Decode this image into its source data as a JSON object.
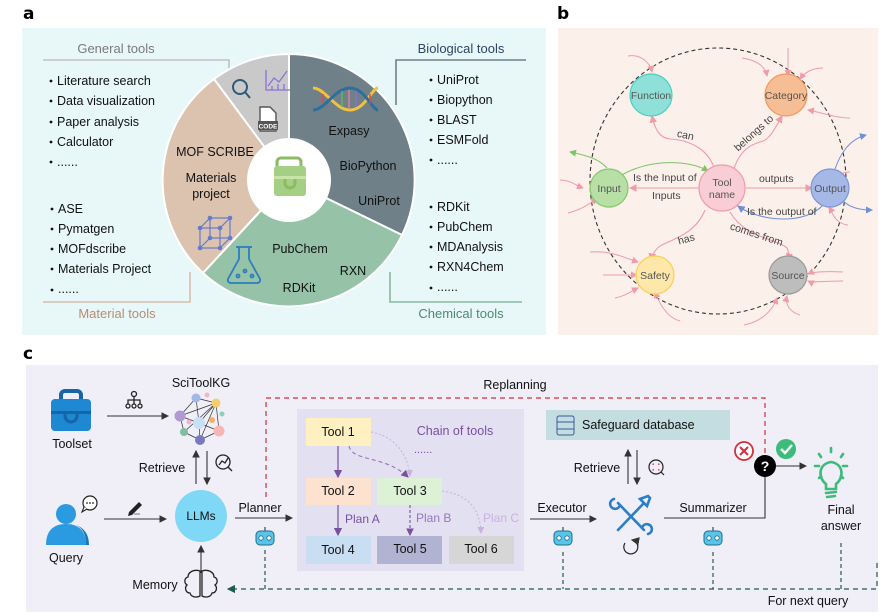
{
  "panel_a": {
    "label": "a",
    "general": {
      "title": "General tools",
      "items": [
        "Literature search",
        "Data visualization",
        "Paper analysis",
        "Calculator",
        "......"
      ]
    },
    "biological": {
      "title": "Biological tools",
      "items": [
        "UniProt",
        "Biopython",
        "BLAST",
        "ESMFold",
        "......"
      ]
    },
    "material": {
      "title": "Material tools",
      "items": [
        "ASE",
        "Pymatgen",
        "MOFdscribe",
        "Materials Project",
        "......"
      ]
    },
    "chemical": {
      "title": "Chemical tools",
      "items": [
        "RDKit",
        "PubChem",
        "MDAnalysis",
        "RXN4Chem",
        "......"
      ]
    },
    "wheel": {
      "bio_labels": [
        "Expasy",
        "BioPython",
        "UniProt"
      ],
      "material_labels": [
        "MOF SCRIBE",
        "Materials",
        "project"
      ],
      "chem_labels": [
        "PubChem",
        "RXN",
        "RDKit"
      ],
      "code_label": "CODE"
    },
    "colors": {
      "bg": "#e8f7f7",
      "general": "#c9c9c9",
      "bio": "#6f8088",
      "material": "#dcc3b0",
      "chem": "#96c3a8",
      "center_icon": "#98c77a"
    }
  },
  "panel_b": {
    "label": "b",
    "nodes": {
      "center": [
        "Tool",
        "name"
      ],
      "function": "Function",
      "category": "Category",
      "input": "Input",
      "output": "Output",
      "safety": "Safety",
      "source": "Source"
    },
    "edges": {
      "can": "can",
      "belongs_to": "belongs to",
      "is_input_of": "Is the Input of",
      "inputs": "Inputs",
      "outputs": "outputs",
      "is_output_of": "Is the output of",
      "has": "has",
      "comes_from": "comes from"
    },
    "colors": {
      "bg": "#fcf0ea",
      "center": "#f9cdd6",
      "function": "#8fe0d8",
      "category": "#f7bd94",
      "input": "#b7dfa6",
      "output": "#a5b8e6",
      "safety": "#fde7a9",
      "source": "#bdbdbd"
    }
  },
  "panel_c": {
    "label": "c",
    "toolset": "Toolset",
    "scitoolkg": "SciToolKG",
    "retrieve_left": "Retrieve",
    "query": "Query",
    "llms": "LLMs",
    "memory": "Memory",
    "planner": "Planner",
    "replanning": "Replanning",
    "chain": {
      "title": "Chain of tools",
      "ellipsis": "......",
      "tools": [
        "Tool 1",
        "Tool 2",
        "Tool 3",
        "Tool 4",
        "Tool 5",
        "Tool 6"
      ],
      "plans": [
        "Plan A",
        "Plan B",
        "Plan C"
      ]
    },
    "safeguard": "Safeguard database",
    "retrieve_right": "Retrieve",
    "executor": "Executor",
    "summarizer": "Summarizer",
    "final_answer": [
      "Final",
      "answer"
    ],
    "next_query": "For next query",
    "colors": {
      "bg": "#f0eef7",
      "chain_bg": "#e3e0f2",
      "replan": "#d62e3c",
      "memory_line": "#1e5c4c",
      "llm": "#7fd8f5",
      "safeguard": "#c3dde0",
      "tool1": "#fff0c2",
      "tool2": "#fde3cf",
      "tool3": "#ddf1d6",
      "tool4": "#c9ddf3",
      "tool5": "#b1b3d3",
      "tool6": "#d6d6d6",
      "bulb": "#3dbb7a"
    }
  }
}
